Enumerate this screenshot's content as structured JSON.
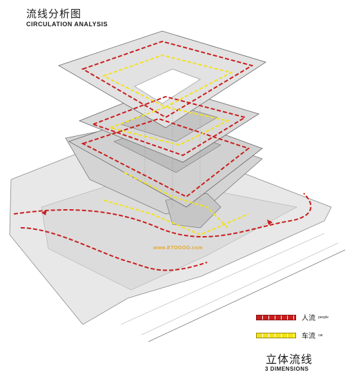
{
  "header": {
    "title_cn": "流线分析图",
    "title_en": "CIRCULATION ANALYSIS"
  },
  "legend": [
    {
      "label_cn": "人流",
      "label_en": "people",
      "color": "#c81e1e"
    },
    {
      "label_cn": "车流",
      "label_en": "car",
      "color": "#f2e21c"
    }
  ],
  "footer": {
    "title_cn": "立体流线",
    "title_en": "3 DIMENSIONS"
  },
  "watermark": "www.ETOOOO.com",
  "colors": {
    "people_path": "#c81e1e",
    "car_path": "#f2e21c",
    "slab": "#d9d9d9",
    "slab_dark": "#9c9c9c",
    "site": "#e6e6e6"
  }
}
